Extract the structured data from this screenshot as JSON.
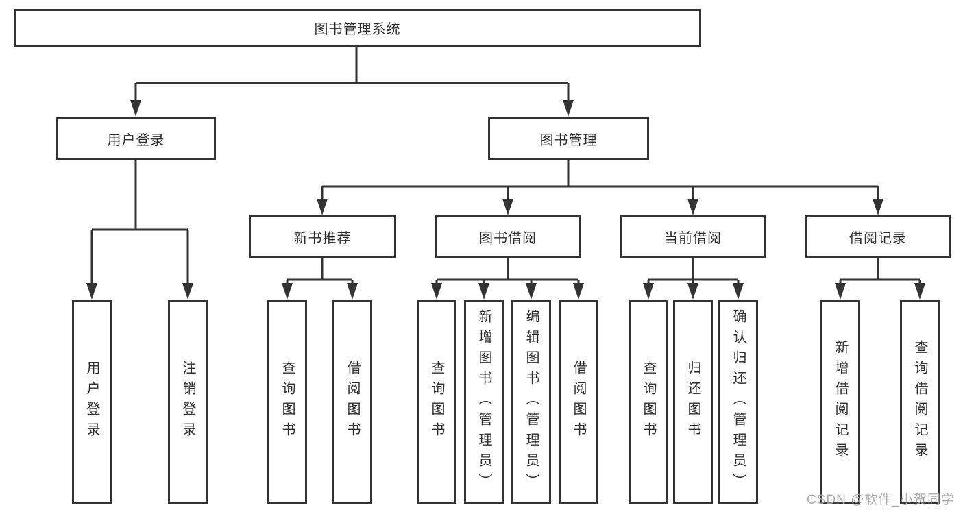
{
  "diagram": {
    "title": "图书管理系统",
    "watermark": "CSDN @软件_小贺同学",
    "colors": {
      "line": "#333333",
      "box_border": "#333333",
      "text": "#2e2e2e",
      "watermark": "#a8a3a3",
      "background": "#ffffff"
    },
    "nodes": {
      "root": {
        "label": "图书管理系统"
      },
      "user_login": {
        "label": "用户登录"
      },
      "book_mgmt": {
        "label": "图书管理"
      },
      "new_book_rec": {
        "label": "新书推荐"
      },
      "book_borrow": {
        "label": "图书借阅"
      },
      "current_borrow": {
        "label": "当前借阅"
      },
      "borrow_record": {
        "label": "借阅记录"
      },
      "ul_login": {
        "label": "用户登录"
      },
      "ul_logout": {
        "label": "注销登录"
      },
      "nbr_query": {
        "label": "查询图书"
      },
      "nbr_borrow": {
        "label": "借阅图书"
      },
      "bb_query": {
        "label": "查询图书"
      },
      "bb_add": {
        "label": "新增图书（管理员）"
      },
      "bb_edit": {
        "label": "编辑图书（管理员）"
      },
      "bb_borrow": {
        "label": "借阅图书"
      },
      "cb_query": {
        "label": "查询图书"
      },
      "cb_return": {
        "label": "归还图书"
      },
      "cb_confirm": {
        "label": "确认归还（管理员）"
      },
      "br_add": {
        "label": "新增借阅记录"
      },
      "br_query": {
        "label": "查询借阅记录"
      }
    },
    "structure": {
      "图书管理系统": [
        "用户登录",
        "图书管理"
      ],
      "用户登录": [
        "用户登录",
        "注销登录"
      ],
      "图书管理": [
        "新书推荐",
        "图书借阅",
        "当前借阅",
        "借阅记录"
      ],
      "新书推荐": [
        "查询图书",
        "借阅图书"
      ],
      "图书借阅": [
        "查询图书",
        "新增图书（管理员）",
        "编辑图书（管理员）",
        "借阅图书"
      ],
      "当前借阅": [
        "查询图书",
        "归还图书",
        "确认归还（管理员）"
      ],
      "借阅记录": [
        "新增借阅记录",
        "查询借阅记录"
      ]
    }
  }
}
